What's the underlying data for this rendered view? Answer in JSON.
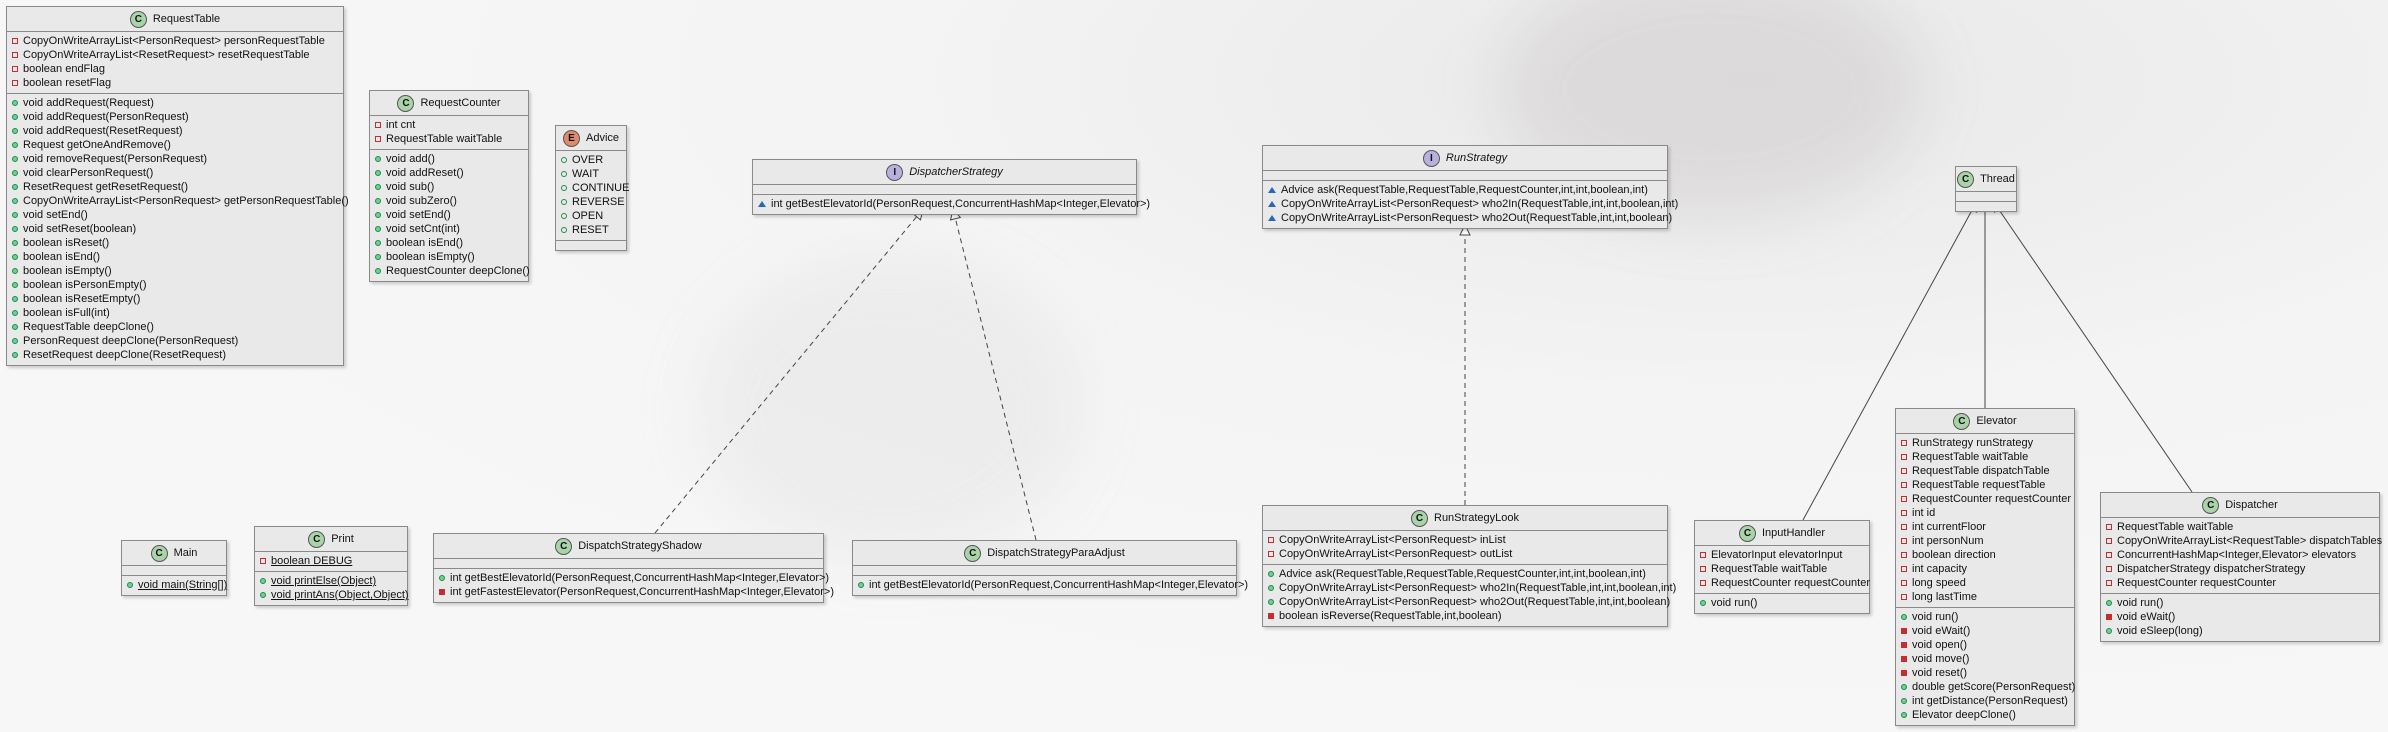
{
  "classes": {
    "request_table": {
      "kind": "class",
      "badge": "C",
      "name": "RequestTable",
      "fields": [
        {
          "vis": "private",
          "text": "CopyOnWriteArrayList<PersonRequest> personRequestTable"
        },
        {
          "vis": "private",
          "text": "CopyOnWriteArrayList<ResetRequest> resetRequestTable"
        },
        {
          "vis": "private",
          "text": "boolean endFlag"
        },
        {
          "vis": "private",
          "text": "boolean resetFlag"
        }
      ],
      "methods": [
        {
          "vis": "public",
          "text": "void addRequest(Request)"
        },
        {
          "vis": "public",
          "text": "void addRequest(PersonRequest)"
        },
        {
          "vis": "public",
          "text": "void addRequest(ResetRequest)"
        },
        {
          "vis": "public",
          "text": "Request getOneAndRemove()"
        },
        {
          "vis": "public",
          "text": "void removeRequest(PersonRequest)"
        },
        {
          "vis": "public",
          "text": "void clearPersonRequest()"
        },
        {
          "vis": "public",
          "text": "ResetRequest getResetRequest()"
        },
        {
          "vis": "public",
          "text": "CopyOnWriteArrayList<PersonRequest> getPersonRequestTable()"
        },
        {
          "vis": "public",
          "text": "void setEnd()"
        },
        {
          "vis": "public",
          "text": "void setReset(boolean)"
        },
        {
          "vis": "public",
          "text": "boolean isReset()"
        },
        {
          "vis": "public",
          "text": "boolean isEnd()"
        },
        {
          "vis": "public",
          "text": "boolean isEmpty()"
        },
        {
          "vis": "public",
          "text": "boolean isPersonEmpty()"
        },
        {
          "vis": "public",
          "text": "boolean isResetEmpty()"
        },
        {
          "vis": "public",
          "text": "boolean isFull(int)"
        },
        {
          "vis": "public",
          "text": "RequestTable deepClone()"
        },
        {
          "vis": "public",
          "text": "PersonRequest deepClone(PersonRequest)"
        },
        {
          "vis": "public",
          "text": "ResetRequest deepClone(ResetRequest)"
        }
      ]
    },
    "request_counter": {
      "kind": "class",
      "badge": "C",
      "name": "RequestCounter",
      "fields": [
        {
          "vis": "private",
          "text": "int cnt"
        },
        {
          "vis": "private",
          "text": "RequestTable waitTable"
        }
      ],
      "methods": [
        {
          "vis": "public",
          "text": "void add()"
        },
        {
          "vis": "public",
          "text": "void addReset()"
        },
        {
          "vis": "public",
          "text": "void sub()"
        },
        {
          "vis": "public",
          "text": "void subZero()"
        },
        {
          "vis": "public",
          "text": "void setEnd()"
        },
        {
          "vis": "public",
          "text": "void setCnt(int)"
        },
        {
          "vis": "public",
          "text": "boolean isEnd()"
        },
        {
          "vis": "public",
          "text": "boolean isEmpty()"
        },
        {
          "vis": "public",
          "text": "RequestCounter deepClone()"
        }
      ]
    },
    "advice": {
      "kind": "enum",
      "badge": "E",
      "name": "Advice",
      "fields": [
        {
          "vis": "const",
          "text": "OVER"
        },
        {
          "vis": "const",
          "text": "WAIT"
        },
        {
          "vis": "const",
          "text": "CONTINUE"
        },
        {
          "vis": "const",
          "text": "REVERSE"
        },
        {
          "vis": "const",
          "text": "OPEN"
        },
        {
          "vis": "const",
          "text": "RESET"
        }
      ],
      "methods": []
    },
    "dispatcher_strategy": {
      "kind": "interface",
      "badge": "I",
      "name": "DispatcherStrategy",
      "fields": [],
      "methods": [
        {
          "vis": "package",
          "text": "int getBestElevatorId(PersonRequest,ConcurrentHashMap<Integer,Elevator>)"
        }
      ]
    },
    "run_strategy": {
      "kind": "interface",
      "badge": "I",
      "name": "RunStrategy",
      "fields": [],
      "methods": [
        {
          "vis": "package",
          "text": "Advice ask(RequestTable,RequestTable,RequestCounter,int,int,boolean,int)"
        },
        {
          "vis": "package",
          "text": "CopyOnWriteArrayList<PersonRequest> who2In(RequestTable,int,int,boolean,int)"
        },
        {
          "vis": "package",
          "text": "CopyOnWriteArrayList<PersonRequest> who2Out(RequestTable,int,int,boolean)"
        }
      ]
    },
    "thread": {
      "kind": "class",
      "badge": "C",
      "name": "Thread",
      "fields": [],
      "methods": []
    },
    "main": {
      "kind": "class",
      "badge": "C",
      "name": "Main",
      "fields": [],
      "methods": [
        {
          "vis": "public",
          "text": "void main(String[])",
          "static": true
        }
      ]
    },
    "print": {
      "kind": "class",
      "badge": "C",
      "name": "Print",
      "fields": [
        {
          "vis": "private",
          "text": "boolean DEBUG",
          "static": true
        }
      ],
      "methods": [
        {
          "vis": "public",
          "text": "void printElse(Object)",
          "static": true
        },
        {
          "vis": "public",
          "text": "void printAns(Object,Object)",
          "static": true
        }
      ]
    },
    "dispatch_strategy_shadow": {
      "kind": "class",
      "badge": "C",
      "name": "DispatchStrategyShadow",
      "fields": [],
      "methods": [
        {
          "vis": "public",
          "text": "int getBestElevatorId(PersonRequest,ConcurrentHashMap<Integer,Elevator>)"
        },
        {
          "vis": "private-m",
          "text": "int getFastestElevator(PersonRequest,ConcurrentHashMap<Integer,Elevator>)"
        }
      ]
    },
    "dispatch_strategy_para_adjust": {
      "kind": "class",
      "badge": "C",
      "name": "DispatchStrategyParaAdjust",
      "fields": [],
      "methods": [
        {
          "vis": "public",
          "text": "int getBestElevatorId(PersonRequest,ConcurrentHashMap<Integer,Elevator>)"
        }
      ]
    },
    "run_strategy_look": {
      "kind": "class",
      "badge": "C",
      "name": "RunStrategyLook",
      "fields": [
        {
          "vis": "private",
          "text": "CopyOnWriteArrayList<PersonRequest> inList"
        },
        {
          "vis": "private",
          "text": "CopyOnWriteArrayList<PersonRequest> outList"
        }
      ],
      "methods": [
        {
          "vis": "public",
          "text": "Advice ask(RequestTable,RequestTable,RequestCounter,int,int,boolean,int)"
        },
        {
          "vis": "public",
          "text": "CopyOnWriteArrayList<PersonRequest> who2In(RequestTable,int,int,boolean,int)"
        },
        {
          "vis": "public",
          "text": "CopyOnWriteArrayList<PersonRequest> who2Out(RequestTable,int,int,boolean)"
        },
        {
          "vis": "private-m",
          "text": "boolean isReverse(RequestTable,int,boolean)"
        }
      ]
    },
    "input_handler": {
      "kind": "class",
      "badge": "C",
      "name": "InputHandler",
      "fields": [
        {
          "vis": "private",
          "text": "ElevatorInput elevatorInput"
        },
        {
          "vis": "private",
          "text": "RequestTable waitTable"
        },
        {
          "vis": "private",
          "text": "RequestCounter requestCounter"
        }
      ],
      "methods": [
        {
          "vis": "public",
          "text": "void run()"
        }
      ]
    },
    "elevator": {
      "kind": "class",
      "badge": "C",
      "name": "Elevator",
      "fields": [
        {
          "vis": "private",
          "text": "RunStrategy runStrategy"
        },
        {
          "vis": "private",
          "text": "RequestTable waitTable"
        },
        {
          "vis": "private",
          "text": "RequestTable dispatchTable"
        },
        {
          "vis": "private",
          "text": "RequestTable requestTable"
        },
        {
          "vis": "private",
          "text": "RequestCounter requestCounter"
        },
        {
          "vis": "private",
          "text": "int id"
        },
        {
          "vis": "private",
          "text": "int currentFloor"
        },
        {
          "vis": "private",
          "text": "int personNum"
        },
        {
          "vis": "private",
          "text": "boolean direction"
        },
        {
          "vis": "private",
          "text": "int capacity"
        },
        {
          "vis": "private",
          "text": "long speed"
        },
        {
          "vis": "private",
          "text": "long lastTime"
        }
      ],
      "methods": [
        {
          "vis": "public",
          "text": "void run()"
        },
        {
          "vis": "private-m",
          "text": "void eWait()"
        },
        {
          "vis": "private-m",
          "text": "void open()"
        },
        {
          "vis": "private-m",
          "text": "void move()"
        },
        {
          "vis": "private-m",
          "text": "void reset()"
        },
        {
          "vis": "public",
          "text": "double getScore(PersonRequest)"
        },
        {
          "vis": "public",
          "text": "int getDistance(PersonRequest)"
        },
        {
          "vis": "public",
          "text": "Elevator deepClone()"
        }
      ]
    },
    "dispatcher": {
      "kind": "class",
      "badge": "C",
      "name": "Dispatcher",
      "fields": [
        {
          "vis": "private",
          "text": "RequestTable waitTable"
        },
        {
          "vis": "private",
          "text": "CopyOnWriteArrayList<RequestTable> dispatchTables"
        },
        {
          "vis": "private",
          "text": "ConcurrentHashMap<Integer,Elevator> elevators"
        },
        {
          "vis": "private",
          "text": "DispatcherStrategy dispatcherStrategy"
        },
        {
          "vis": "private",
          "text": "RequestCounter requestCounter"
        }
      ],
      "methods": [
        {
          "vis": "public",
          "text": "void run()"
        },
        {
          "vis": "private-m",
          "text": "void eWait()"
        },
        {
          "vis": "public",
          "text": "void eSleep(long)"
        }
      ]
    }
  },
  "relations": [
    {
      "from": "DispatchStrategyShadow",
      "to": "DispatcherStrategy",
      "type": "realization"
    },
    {
      "from": "DispatchStrategyParaAdjust",
      "to": "DispatcherStrategy",
      "type": "realization"
    },
    {
      "from": "RunStrategyLook",
      "to": "RunStrategy",
      "type": "realization"
    },
    {
      "from": "InputHandler",
      "to": "Thread",
      "type": "extension"
    },
    {
      "from": "Elevator",
      "to": "Thread",
      "type": "extension"
    },
    {
      "from": "Dispatcher",
      "to": "Thread",
      "type": "extension"
    }
  ],
  "colors": {
    "class_badge": "#a9d4a9",
    "interface_badge": "#b7b1df",
    "enum_badge": "#e08a6c",
    "box_fill": "#e9e9e9",
    "border": "#8a8a8a",
    "private": "#c03030",
    "public": "#1f8a4a",
    "package": "#2a66b8"
  }
}
